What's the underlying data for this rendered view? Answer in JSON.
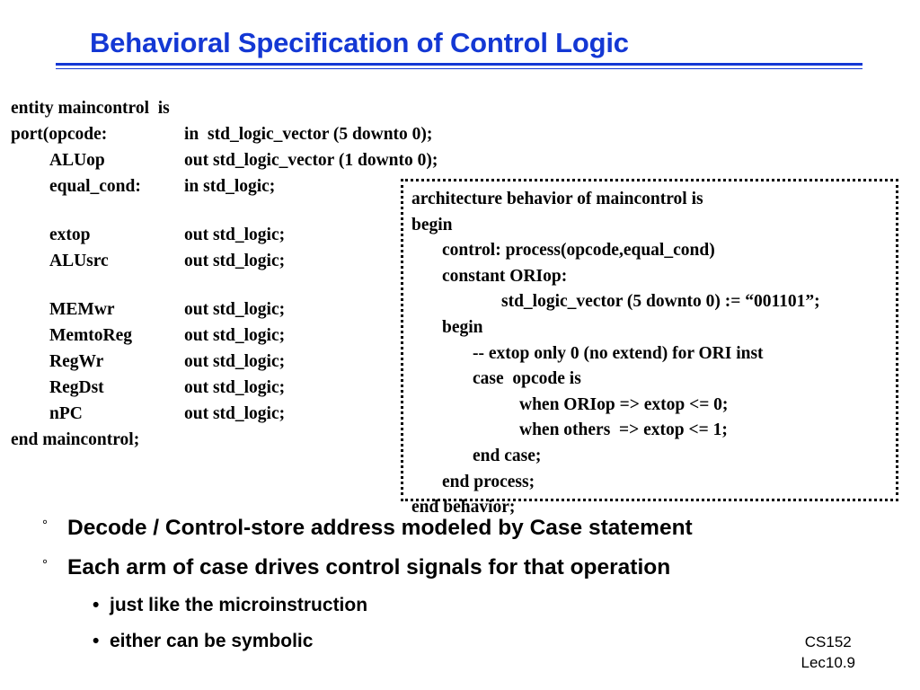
{
  "slide": {
    "title": "Behavioral Specification of Control Logic",
    "title_color": "#1438d4"
  },
  "entity_code": {
    "header_lines": [
      {
        "name": "entity maincontrol  is",
        "type": "",
        "indent": false
      },
      {
        "name": "port(opcode:",
        "type": "in  std_logic_vector (5 downto 0);",
        "indent": false
      },
      {
        "name": "ALUop",
        "type": "out std_logic_vector (1 downto 0);",
        "indent": true
      },
      {
        "name": "equal_cond:",
        "type": "in std_logic;",
        "indent": true
      },
      {
        "name": "",
        "type": "",
        "indent": false
      },
      {
        "name": "extop",
        "type": "out std_logic;",
        "indent": true
      },
      {
        "name": "ALUsrc",
        "type": "out std_logic;",
        "indent": true
      },
      {
        "name": "",
        "type": "",
        "indent": false
      },
      {
        "name": "MEMwr",
        "type": "out std_logic;",
        "indent": true
      },
      {
        "name": "MemtoReg",
        "type": "out std_logic;",
        "indent": true
      },
      {
        "name": "RegWr",
        "type": "out std_logic;",
        "indent": true
      },
      {
        "name": "RegDst",
        "type": "out std_logic;",
        "indent": true
      },
      {
        "name": "nPC",
        "type": "out std_logic;",
        "indent": true
      },
      {
        "name": "end maincontrol;",
        "type": "",
        "indent": false
      }
    ]
  },
  "architecture_code": {
    "lines": [
      {
        "text": "architecture behavior of maincontrol is",
        "indent": 0
      },
      {
        "text": "begin",
        "indent": 0
      },
      {
        "text": "control: process(opcode,equal_cond)",
        "indent": 1
      },
      {
        "text": "constant ORIop:",
        "indent": 1
      },
      {
        "text": "std_logic_vector (5 downto 0) := “001101”;",
        "indent": 3
      },
      {
        "text": "begin",
        "indent": 1
      },
      {
        "text": "-- extop only 0 (no extend) for ORI inst",
        "indent": 2
      },
      {
        "text": "case  opcode is",
        "indent": 2
      },
      {
        "text": "when ORIop => extop <= 0;",
        "indent": 4
      },
      {
        "text": "when others  => extop <= 1;",
        "indent": 4
      },
      {
        "text": "end case;",
        "indent": 2
      },
      {
        "text": "end process;",
        "indent": 1
      },
      {
        "text": "end behavior;",
        "indent": 0
      }
    ]
  },
  "bullets": {
    "level1_marker": "°",
    "level2_marker": "•",
    "items": [
      {
        "text": "Decode / Control-store address modeled by Case statement",
        "level": 1
      },
      {
        "text": "Each arm of case drives control signals for that operation",
        "level": 1
      },
      {
        "text": "just like the microinstruction",
        "level": 2
      },
      {
        "text": "either can be symbolic",
        "level": 2
      }
    ]
  },
  "footer": {
    "course": "CS152",
    "lecture": "Lec10.9"
  }
}
